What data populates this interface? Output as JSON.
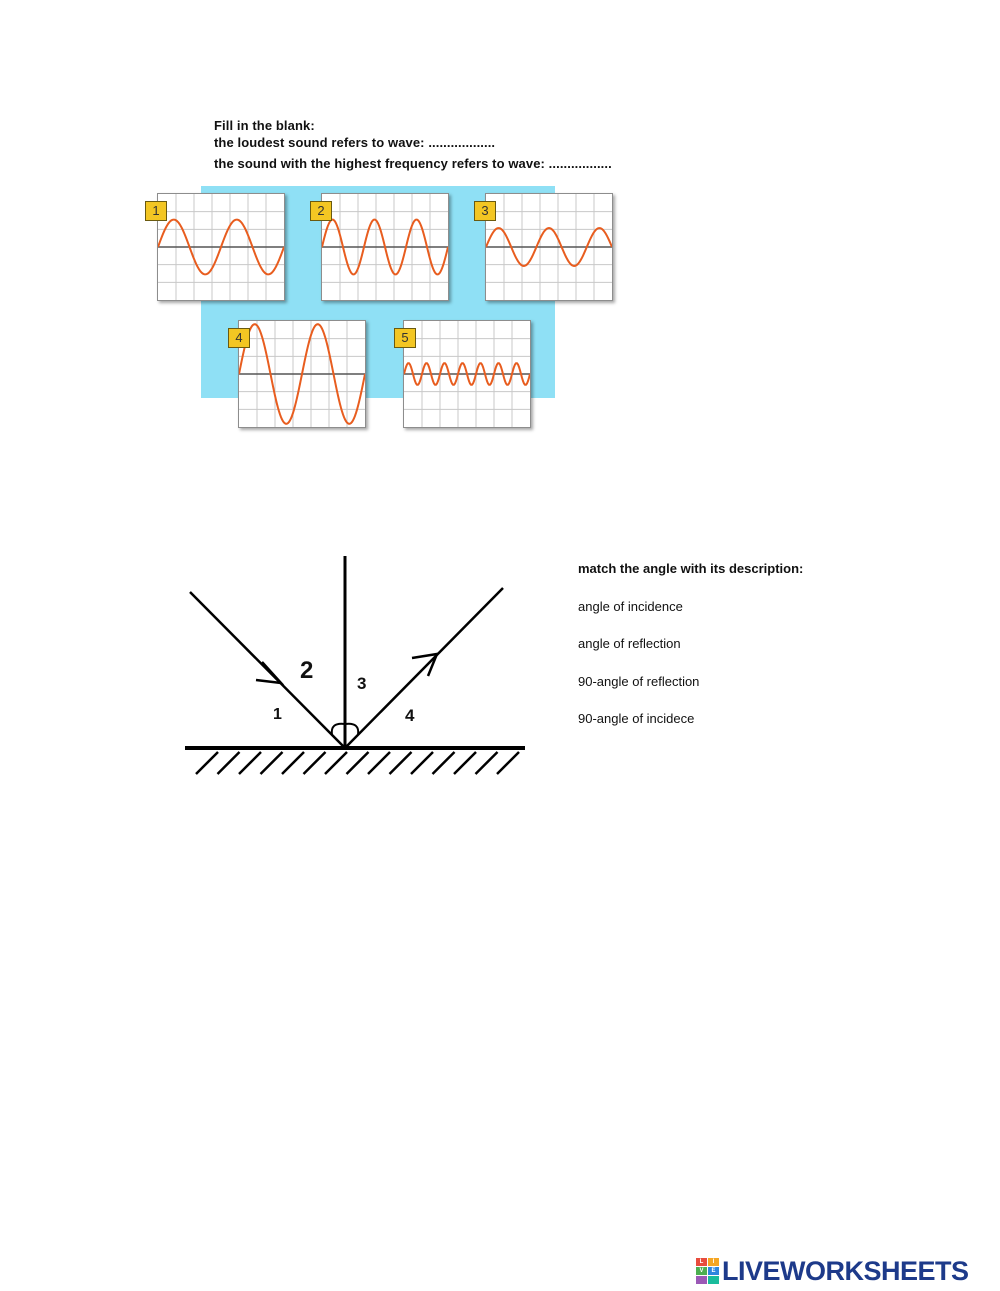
{
  "fill_in": {
    "heading": "Fill in the blank:",
    "line_loudest": "the loudest sound refers to wave: ..................",
    "line_frequency": "the sound with the highest frequency refers to wave: ................."
  },
  "waves": [
    {
      "label": "1",
      "cycles": 2,
      "amplitude": 0.55
    },
    {
      "label": "2",
      "cycles": 3,
      "amplitude": 0.55
    },
    {
      "label": "3",
      "cycles": 2.5,
      "amplitude": 0.38
    },
    {
      "label": "4",
      "cycles": 2,
      "amplitude": 1.0
    },
    {
      "label": "5",
      "cycles": 7,
      "amplitude": 0.22
    }
  ],
  "colors": {
    "panel": "#8fe0f5",
    "wave": "#e85d1f",
    "tag": "#f3c623",
    "grid": "#c8c8c8"
  },
  "diagram": {
    "labels": [
      "1",
      "2",
      "3",
      "4"
    ]
  },
  "match": {
    "title": "match the angle with its description:",
    "items": [
      "angle of incidence",
      "angle of reflection",
      "90-angle of reflection",
      "90-angle of incidece"
    ]
  },
  "logo": {
    "text": "LIVEWORKSHEETS",
    "squares": [
      "L",
      "I",
      "V",
      "E",
      "",
      ""
    ]
  }
}
